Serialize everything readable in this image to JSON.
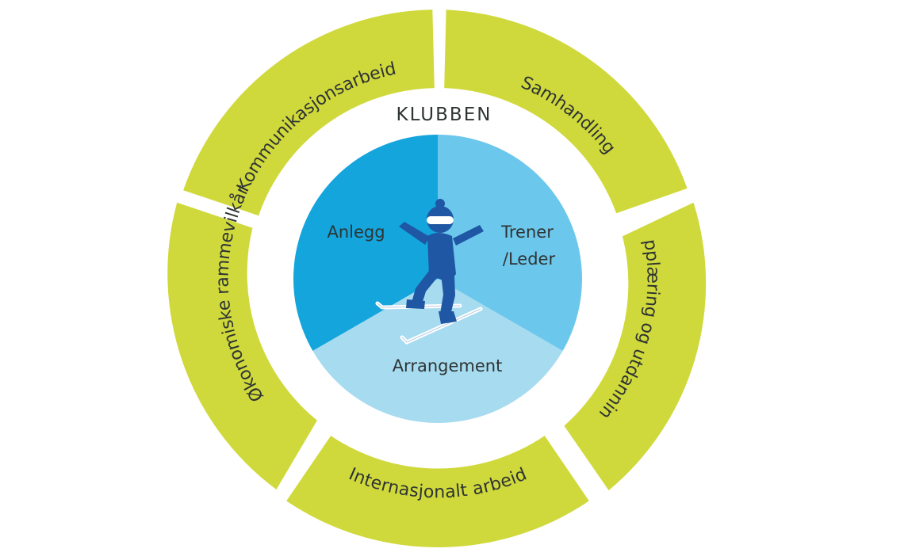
{
  "title": "KLUBBEN",
  "outer_ring": [
    {
      "label": "Kommunikasjonsarbeid"
    },
    {
      "label": "Samhandling"
    },
    {
      "label": "Opplæring og utdanning"
    },
    {
      "label": "Internasjonalt arbeid"
    },
    {
      "label": "Økonomiske rammevilkår"
    }
  ],
  "inner_sectors": [
    {
      "label": "Anlegg"
    },
    {
      "label_line1": "Trener",
      "label_line2": "/Leder"
    },
    {
      "label": "Arrangement"
    }
  ],
  "icons": {
    "center": "skier-icon"
  },
  "colors": {
    "ring": "#d0d93b",
    "sector_anlegg": "#13a5dc",
    "sector_trener": "#6cc7ec",
    "sector_arrangement": "#a6dbf0",
    "skier": "#1f57a4",
    "text": "#2e3433"
  }
}
